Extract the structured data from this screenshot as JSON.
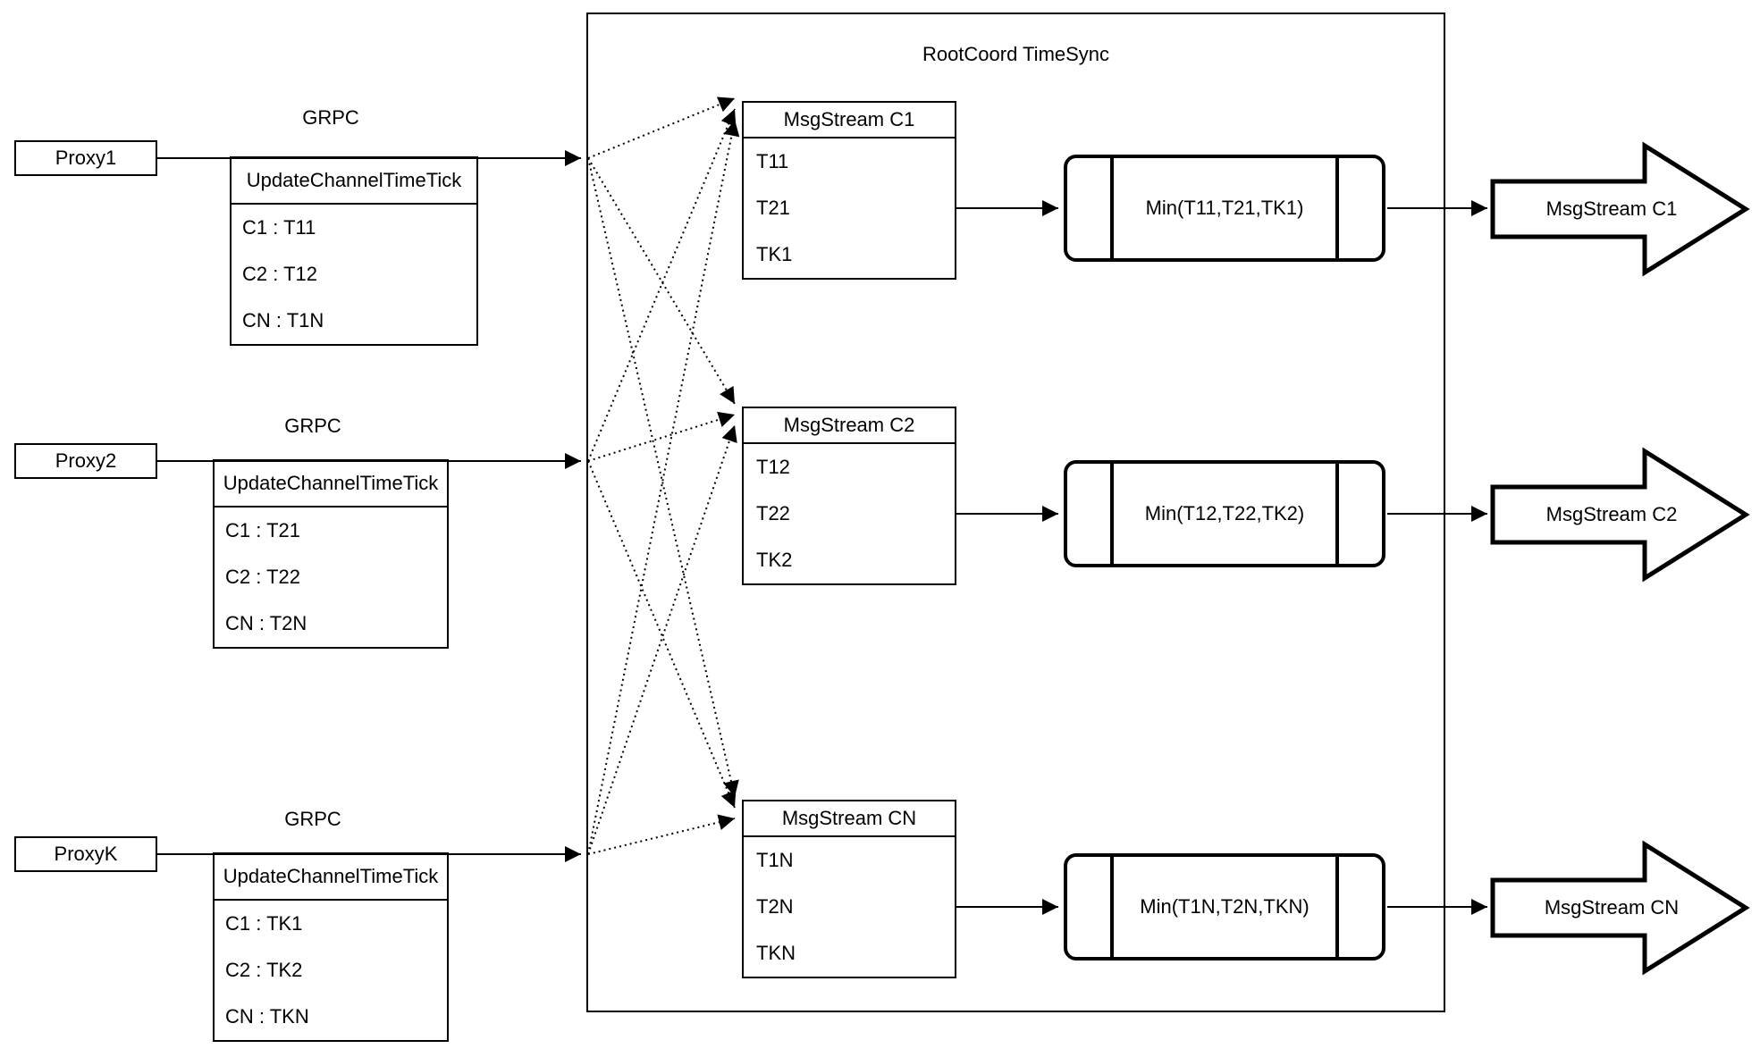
{
  "diagram": {
    "container_title": "RootCoord TimeSync",
    "grpc_label": "GRPC",
    "colors": {
      "stroke": "#000000",
      "background": "#ffffff"
    },
    "proxies": [
      {
        "name": "Proxy1",
        "table_header": "UpdateChannelTimeTick",
        "rows": [
          "C1 :  T11",
          "C2 :  T12",
          "CN : T1N"
        ]
      },
      {
        "name": "Proxy2",
        "table_header": "UpdateChannelTimeTick",
        "rows": [
          "C1 :  T21",
          "C2 :  T22",
          "CN : T2N"
        ]
      },
      {
        "name": "ProxyK",
        "table_header": "UpdateChannelTimeTick",
        "rows": [
          "C1 :  TK1",
          "C2 :  TK2",
          "CN : TKN"
        ]
      }
    ],
    "streams": [
      {
        "header": "MsgStream C1",
        "rows": [
          "T11",
          "T21",
          "TK1"
        ],
        "min_label": "Min(T11,T21,TK1)",
        "out_label": "MsgStream C1"
      },
      {
        "header": "MsgStream C2",
        "rows": [
          "T12",
          "T22",
          "TK2"
        ],
        "min_label": "Min(T12,T22,TK2)",
        "out_label": "MsgStream C2"
      },
      {
        "header": "MsgStream CN",
        "rows": [
          "T1N",
          "T2N",
          "TKN"
        ],
        "min_label": "Min(T1N,T2N,TKN)",
        "out_label": "MsgStream CN"
      }
    ]
  }
}
